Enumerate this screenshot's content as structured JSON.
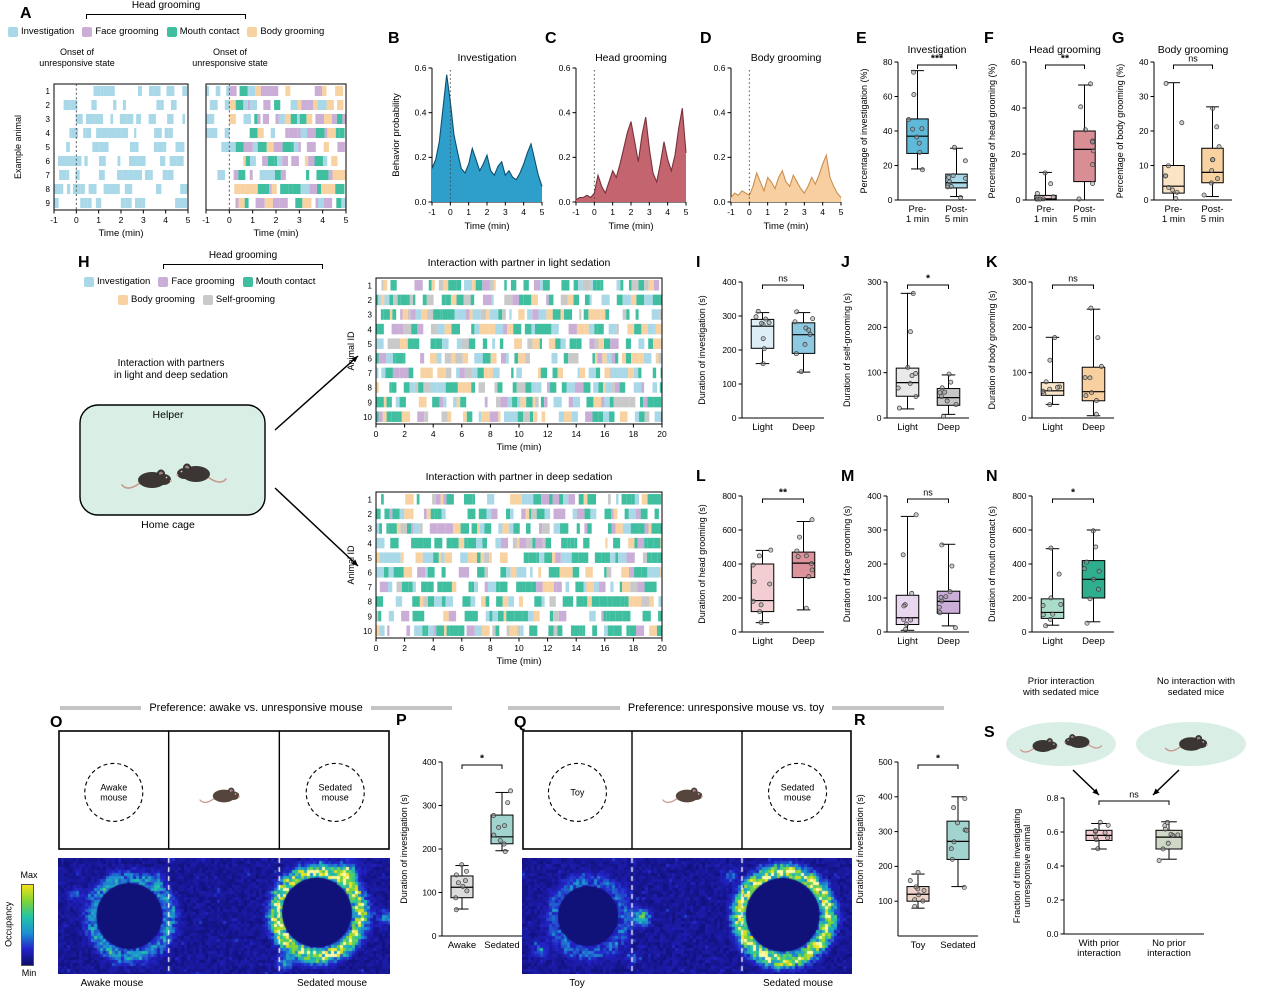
{
  "panel_letters": {
    "A": "A",
    "B": "B",
    "C": "C",
    "D": "D",
    "E": "E",
    "F": "F",
    "G": "G",
    "H": "H",
    "I": "I",
    "J": "J",
    "K": "K",
    "L": "L",
    "M": "M",
    "N": "N",
    "O": "O",
    "P": "P",
    "Q": "Q",
    "R": "R",
    "S": "S"
  },
  "behavior_colors": {
    "investigation": "#a9d8e8",
    "face": "#cbaed8",
    "mouth": "#3fbfa0",
    "body": "#f8d2a0",
    "self": "#c9c9c9"
  },
  "legendA": {
    "bracket": "Head grooming",
    "onset": "Onset of\nunresponsive state",
    "items": [
      {
        "key": "investigation",
        "label": "Investigation",
        "color": "#a9d8e8"
      },
      {
        "key": "face",
        "label": "Face grooming",
        "color": "#cbaed8"
      },
      {
        "key": "mouth",
        "label": "Mouth contact",
        "color": "#3fbfa0"
      },
      {
        "key": "body",
        "label": "Body grooming",
        "color": "#f8d2a0"
      }
    ]
  },
  "legendH": {
    "bracket": "Head grooming",
    "row1": [
      {
        "key": "investigation",
        "label": "Investigation",
        "color": "#a9d8e8"
      },
      {
        "key": "face",
        "label": "Face grooming",
        "color": "#cbaed8"
      },
      {
        "key": "mouth",
        "label": "Mouth contact",
        "color": "#3fbfa0"
      }
    ],
    "row2": [
      {
        "key": "body",
        "label": "Body grooming",
        "color": "#f8d2a0"
      },
      {
        "key": "self",
        "label": "Self-grooming",
        "color": "#c9c9c9"
      }
    ]
  },
  "panelH": {
    "intro": "Interaction with partners\nin light and deep sedation",
    "helper": "Helper",
    "home_cage": "Home cage"
  },
  "panelO": {
    "header": "Preference: awake vs. unresponsive mouse",
    "heat_left": "Awake mouse",
    "heat_right": "Sedated mouse",
    "colorbar": {
      "max": "Max",
      "min": "Min",
      "label": "Occupancy"
    }
  },
  "panelQ": {
    "header": "Preference: unresponsive mouse vs. toy",
    "heat_left": "Toy",
    "heat_right": "Sedated mouse"
  },
  "panelS": {
    "left_top": "Prior interaction\nwith sedated mice",
    "right_top": "No interaction with\nsedated mice"
  },
  "chart_data": [
    {
      "panel": "A",
      "type": "raster_pair",
      "ylabel": "Example animal",
      "rows": 9,
      "xlabel": "Time (min)",
      "xlim": [
        -1,
        5
      ],
      "xticks": [
        -1,
        0,
        1,
        2,
        3,
        4,
        5
      ],
      "onset_x": 0,
      "min_dur": 0.1,
      "var_dur": 0.3,
      "rasters": [
        {
          "name": "example-left",
          "seed": 11,
          "regions": [
            {
              "from": -1,
              "to": 5,
              "weights": {
                "investigation": 0.42,
                "gap": 0.58
              }
            }
          ]
        },
        {
          "name": "example-right",
          "seed": 23,
          "regions": [
            {
              "from": -1,
              "to": 0,
              "weights": {
                "investigation": 0.3,
                "gap": 0.7
              }
            },
            {
              "from": 0,
              "to": 5,
              "weights": {
                "investigation": 0.13,
                "face": 0.15,
                "mouth": 0.2,
                "body": 0.2,
                "gap": 0.32
              }
            }
          ]
        }
      ]
    },
    {
      "panel": "B",
      "type": "area",
      "title": "Investigation",
      "ylabel": "Behavior probability",
      "xlabel": "Time (min)",
      "xlim": [
        -1,
        5
      ],
      "ylim": [
        0,
        0.6
      ],
      "ydec": 1,
      "yticks": [
        0,
        0.2,
        0.4,
        0.6
      ],
      "xticks": [
        -1,
        0,
        1,
        2,
        3,
        4,
        5
      ],
      "vline": 0,
      "fill": "#2e9fca",
      "line": "#0e4f6e",
      "xstart": -1,
      "xstep": 0.2,
      "y": [
        0.15,
        0.19,
        0.27,
        0.42,
        0.57,
        0.45,
        0.3,
        0.22,
        0.15,
        0.13,
        0.17,
        0.24,
        0.19,
        0.14,
        0.17,
        0.21,
        0.14,
        0.12,
        0.16,
        0.18,
        0.12,
        0.14,
        0.11,
        0.1,
        0.13,
        0.17,
        0.22,
        0.26,
        0.19,
        0.12,
        0.07
      ]
    },
    {
      "panel": "C",
      "type": "area",
      "title": "Head grooming",
      "xlabel": "Time (min)",
      "xlim": [
        -1,
        5
      ],
      "ylim": [
        0,
        0.6
      ],
      "ydec": 1,
      "yticks": [
        0,
        0.2,
        0.4,
        0.6
      ],
      "xticks": [
        -1,
        0,
        1,
        2,
        3,
        4,
        5
      ],
      "vline": 0,
      "fill": "#c4646e",
      "line": "#77323b",
      "xstart": -1,
      "xstep": 0.2,
      "y": [
        0.01,
        0.02,
        0.02,
        0.03,
        0.02,
        0.04,
        0.12,
        0.07,
        0.04,
        0.09,
        0.14,
        0.11,
        0.17,
        0.24,
        0.31,
        0.36,
        0.27,
        0.18,
        0.3,
        0.38,
        0.24,
        0.13,
        0.09,
        0.17,
        0.27,
        0.19,
        0.14,
        0.21,
        0.33,
        0.42,
        0.22
      ]
    },
    {
      "panel": "D",
      "type": "area",
      "title": "Body grooming",
      "xlabel": "Time (min)",
      "xlim": [
        -1,
        5
      ],
      "ylim": [
        0,
        0.6
      ],
      "ydec": 1,
      "yticks": [
        0,
        0.2,
        0.4,
        0.6
      ],
      "xticks": [
        -1,
        0,
        1,
        2,
        3,
        4,
        5
      ],
      "vline": 0,
      "fill": "#f8cfa0",
      "line": "#c98f4e",
      "xstart": -1,
      "xstep": 0.2,
      "y": [
        0.02,
        0.04,
        0.03,
        0.05,
        0.04,
        0.03,
        0.07,
        0.13,
        0.09,
        0.05,
        0.11,
        0.09,
        0.06,
        0.11,
        0.14,
        0.09,
        0.07,
        0.12,
        0.09,
        0.06,
        0.04,
        0.07,
        0.11,
        0.08,
        0.12,
        0.17,
        0.21,
        0.11,
        0.07,
        0.04,
        0.02
      ]
    },
    {
      "panel": "E",
      "type": "box",
      "title": "Investigation",
      "ylabel": "Percentage of investigation (%)",
      "ylim": [
        0,
        80
      ],
      "yticks": [
        0,
        20,
        40,
        60,
        80
      ],
      "categories": [
        "Pre-\n1 min",
        "Post-\n5 min"
      ],
      "sig": "***",
      "boxes": [
        {
          "color": "#5fb9d8",
          "lo": 18,
          "q1": 27,
          "med": 37,
          "q3": 47,
          "hi": 75
        },
        {
          "color": "#a9d8e8",
          "lo": 2,
          "q1": 7,
          "med": 10,
          "q3": 15,
          "hi": 30
        }
      ]
    },
    {
      "panel": "F",
      "type": "box",
      "title": "Head grooming",
      "ylabel": "Percentage of head grooming (%)",
      "ylim": [
        0,
        60
      ],
      "yticks": [
        0,
        20,
        40,
        60
      ],
      "categories": [
        "Pre-\n1 min",
        "Post-\n5 min"
      ],
      "sig": "**",
      "boxes": [
        {
          "color": "#f0d2d5",
          "lo": 0,
          "q1": 0,
          "med": 0.5,
          "q3": 2,
          "hi": 12
        },
        {
          "color": "#d98d95",
          "lo": 0,
          "q1": 8,
          "med": 22,
          "q3": 30,
          "hi": 50
        }
      ]
    },
    {
      "panel": "G",
      "type": "box",
      "title": "Body grooming",
      "ylabel": "Percentage of body grooming (%)",
      "ylim": [
        0,
        40
      ],
      "yticks": [
        0,
        10,
        20,
        30,
        40
      ],
      "categories": [
        "Pre-\n1 min",
        "Post-\n5 min"
      ],
      "sig": "ns",
      "boxes": [
        {
          "color": "#fbe4c6",
          "lo": 0,
          "q1": 2,
          "med": 4,
          "q3": 10,
          "hi": 34
        },
        {
          "color": "#f8d2a0",
          "lo": 1,
          "q1": 5,
          "med": 8,
          "q3": 15,
          "hi": 27
        }
      ]
    },
    {
      "panel": "H1",
      "type": "raster",
      "title": "Interaction with partner in light sedation",
      "ylabel": "Animal ID",
      "rows": 10,
      "xlabel": "Time (min)",
      "xlim": [
        0,
        20
      ],
      "xticks": [
        0,
        2,
        4,
        6,
        8,
        10,
        12,
        14,
        16,
        18,
        20
      ],
      "min_dur": 0.15,
      "var_dur": 0.45,
      "rasters": [
        {
          "seed": 37,
          "regions": [
            {
              "from": 0,
              "to": 20,
              "weights": {
                "investigation": 0.17,
                "face": 0.09,
                "mouth": 0.27,
                "body": 0.13,
                "self": 0.08,
                "gap": 0.26
              }
            }
          ]
        }
      ]
    },
    {
      "panel": "H2",
      "type": "raster",
      "title": "Interaction with partner in deep sedation",
      "ylabel": "Animal ID",
      "rows": 10,
      "xlabel": "Time (min)",
      "xlim": [
        0,
        20
      ],
      "xticks": [
        0,
        2,
        4,
        6,
        8,
        10,
        12,
        14,
        16,
        18,
        20
      ],
      "min_dur": 0.15,
      "var_dur": 0.45,
      "rasters": [
        {
          "seed": 53,
          "regions": [
            {
              "from": 0,
              "to": 20,
              "weights": {
                "investigation": 0.12,
                "face": 0.08,
                "mouth": 0.34,
                "body": 0.13,
                "self": 0.05,
                "gap": 0.28
              }
            }
          ]
        }
      ]
    },
    {
      "panel": "I",
      "type": "box",
      "ylabel": "Duration of investigation (s)",
      "ylim": [
        0,
        400
      ],
      "yticks": [
        0,
        100,
        200,
        300,
        400
      ],
      "categories": [
        "Light",
        "Deep"
      ],
      "sig": "ns",
      "boxes": [
        {
          "color": "#ddeef6",
          "lo": 160,
          "q1": 205,
          "med": 270,
          "q3": 290,
          "hi": 310
        },
        {
          "color": "#8ec9e2",
          "lo": 135,
          "q1": 190,
          "med": 245,
          "q3": 280,
          "hi": 310
        }
      ]
    },
    {
      "panel": "J",
      "type": "box",
      "ylabel": "Duration of self-grooming (s)",
      "ylim": [
        0,
        300
      ],
      "yticks": [
        0,
        100,
        200,
        300
      ],
      "categories": [
        "Light",
        "Deep"
      ],
      "sig": "*",
      "boxes": [
        {
          "color": "#e9e9e9",
          "lo": 20,
          "q1": 48,
          "med": 78,
          "q3": 110,
          "hi": 275
        },
        {
          "color": "#c6c6c6",
          "lo": 8,
          "q1": 28,
          "med": 45,
          "q3": 65,
          "hi": 95
        }
      ]
    },
    {
      "panel": "K",
      "type": "box",
      "ylabel": "Duration of body grooming (s)",
      "ylim": [
        0,
        300
      ],
      "yticks": [
        0,
        100,
        200,
        300
      ],
      "categories": [
        "Light",
        "Deep"
      ],
      "sig": "ns",
      "boxes": [
        {
          "color": "#fbe6c9",
          "lo": 30,
          "q1": 50,
          "med": 60,
          "q3": 78,
          "hi": 178
        },
        {
          "color": "#f8cf9e",
          "lo": 5,
          "q1": 38,
          "med": 58,
          "q3": 112,
          "hi": 240
        }
      ]
    },
    {
      "panel": "L",
      "type": "box",
      "ylabel": "Duration of head grooming (s)",
      "ylim": [
        0,
        800
      ],
      "yticks": [
        0,
        200,
        400,
        600,
        800
      ],
      "categories": [
        "Light",
        "Deep"
      ],
      "sig": "**",
      "boxes": [
        {
          "color": "#f2cdd1",
          "lo": 55,
          "q1": 120,
          "med": 185,
          "q3": 400,
          "hi": 480
        },
        {
          "color": "#dd939b",
          "lo": 130,
          "q1": 320,
          "med": 405,
          "q3": 470,
          "hi": 650
        }
      ]
    },
    {
      "panel": "M",
      "type": "box",
      "ylabel": "Duration of face grooming (s)",
      "ylim": [
        0,
        400
      ],
      "yticks": [
        0,
        100,
        200,
        300,
        400
      ],
      "categories": [
        "Light",
        "Deep"
      ],
      "sig": "ns",
      "boxes": [
        {
          "color": "#e8d7ee",
          "lo": 5,
          "q1": 22,
          "med": 42,
          "q3": 108,
          "hi": 340
        },
        {
          "color": "#cbaed8",
          "lo": 18,
          "q1": 55,
          "med": 90,
          "q3": 120,
          "hi": 258
        }
      ]
    },
    {
      "panel": "N",
      "type": "box",
      "ylabel": "Duration of mouth contact (s)",
      "ylim": [
        0,
        800
      ],
      "yticks": [
        0,
        200,
        400,
        600,
        800
      ],
      "categories": [
        "Light",
        "Deep"
      ],
      "sig": "*",
      "boxes": [
        {
          "color": "#a9dcc9",
          "lo": 40,
          "q1": 80,
          "med": 115,
          "q3": 195,
          "hi": 490
        },
        {
          "color": "#2fae8d",
          "lo": 60,
          "q1": 200,
          "med": 310,
          "q3": 420,
          "hi": 600
        }
      ]
    },
    {
      "panel": "O_chamber",
      "type": "chamber",
      "left_circle": "Awake\nmouse",
      "right_circle": "Sedated\nmouse"
    },
    {
      "panel": "O_heat",
      "type": "heatmap",
      "seed": 7,
      "voids": [
        {
          "cx": 0.215,
          "cy": 0.5,
          "r": 33
        },
        {
          "cx": 0.78,
          "cy": 0.47,
          "r": 35
        }
      ],
      "rings": [
        {
          "cx": 0.215,
          "cy": 0.5,
          "r": 39,
          "w": 6,
          "s": 0.5
        },
        {
          "cx": 0.78,
          "cy": 0.47,
          "r": 42,
          "w": 6,
          "s": 1.05
        }
      ],
      "spots": [
        {
          "x": 0.87,
          "y": 0.1,
          "r": 11,
          "s": 0.8
        },
        {
          "x": 0.68,
          "y": 0.88,
          "r": 9,
          "s": 0.5
        },
        {
          "x": 0.05,
          "y": 0.3,
          "r": 8,
          "s": 0.35
        },
        {
          "x": 0.3,
          "y": 0.15,
          "r": 7,
          "s": 0.3
        },
        {
          "x": 0.98,
          "y": 0.5,
          "r": 9,
          "s": 0.45
        }
      ]
    },
    {
      "panel": "P",
      "type": "box",
      "ylabel": "Duration of investigation (s)",
      "ylim": [
        0,
        400
      ],
      "yticks": [
        0,
        100,
        200,
        300,
        400
      ],
      "categories": [
        "Awake",
        "Sedated"
      ],
      "sig": "*",
      "boxes": [
        {
          "color": "#dcdcdc",
          "lo": 62,
          "q1": 88,
          "med": 112,
          "q3": 138,
          "hi": 162
        },
        {
          "color": "#a2d4cf",
          "lo": 196,
          "q1": 212,
          "med": 228,
          "q3": 278,
          "hi": 330
        }
      ]
    },
    {
      "panel": "Q_chamber",
      "type": "chamber",
      "left_circle": "Toy",
      "right_circle": "Sedated\nmouse"
    },
    {
      "panel": "Q_heat",
      "type": "heatmap",
      "seed": 9,
      "voids": [
        {
          "cx": 0.2,
          "cy": 0.5,
          "r": 30
        },
        {
          "cx": 0.79,
          "cy": 0.49,
          "r": 37
        }
      ],
      "rings": [
        {
          "cx": 0.2,
          "cy": 0.5,
          "r": 36,
          "w": 6,
          "s": 0.35
        },
        {
          "cx": 0.79,
          "cy": 0.49,
          "r": 44,
          "w": 6,
          "s": 1.1
        }
      ],
      "spots": [
        {
          "x": 0.36,
          "y": 0.5,
          "r": 9,
          "s": 0.85
        },
        {
          "x": 0.05,
          "y": 0.78,
          "r": 8,
          "s": 0.4
        },
        {
          "x": 0.63,
          "y": 0.15,
          "r": 8,
          "s": 0.4
        },
        {
          "x": 0.33,
          "y": 0.85,
          "r": 7,
          "s": 0.35
        }
      ]
    },
    {
      "panel": "R",
      "type": "box",
      "ylabel": "Duration of investigation (s)",
      "ylim": [
        0,
        500
      ],
      "yticks": [
        100,
        200,
        300,
        400,
        500
      ],
      "categories": [
        "Toy",
        "Sedated"
      ],
      "sig": "*",
      "boxes": [
        {
          "color": "#eed3c8",
          "lo": 80,
          "q1": 100,
          "med": 120,
          "q3": 142,
          "hi": 178
        },
        {
          "color": "#a2d4cf",
          "lo": 142,
          "q1": 220,
          "med": 272,
          "q3": 330,
          "hi": 400
        }
      ]
    },
    {
      "panel": "S",
      "type": "box",
      "ylabel": "Fraction of time investigating\nunresponsive animal",
      "ylim": [
        0,
        0.8
      ],
      "ydec": 1,
      "yticks": [
        0,
        0.2,
        0.4,
        0.6,
        0.8
      ],
      "categories": [
        "With prior\ninteraction",
        "No prior\ninteraction"
      ],
      "sig": "ns",
      "boxes": [
        {
          "color": "#f2cdd1",
          "lo": 0.5,
          "q1": 0.55,
          "med": 0.58,
          "q3": 0.61,
          "hi": 0.65
        },
        {
          "color": "#cfd8c6",
          "lo": 0.44,
          "q1": 0.5,
          "med": 0.57,
          "q3": 0.61,
          "hi": 0.66
        }
      ]
    }
  ]
}
